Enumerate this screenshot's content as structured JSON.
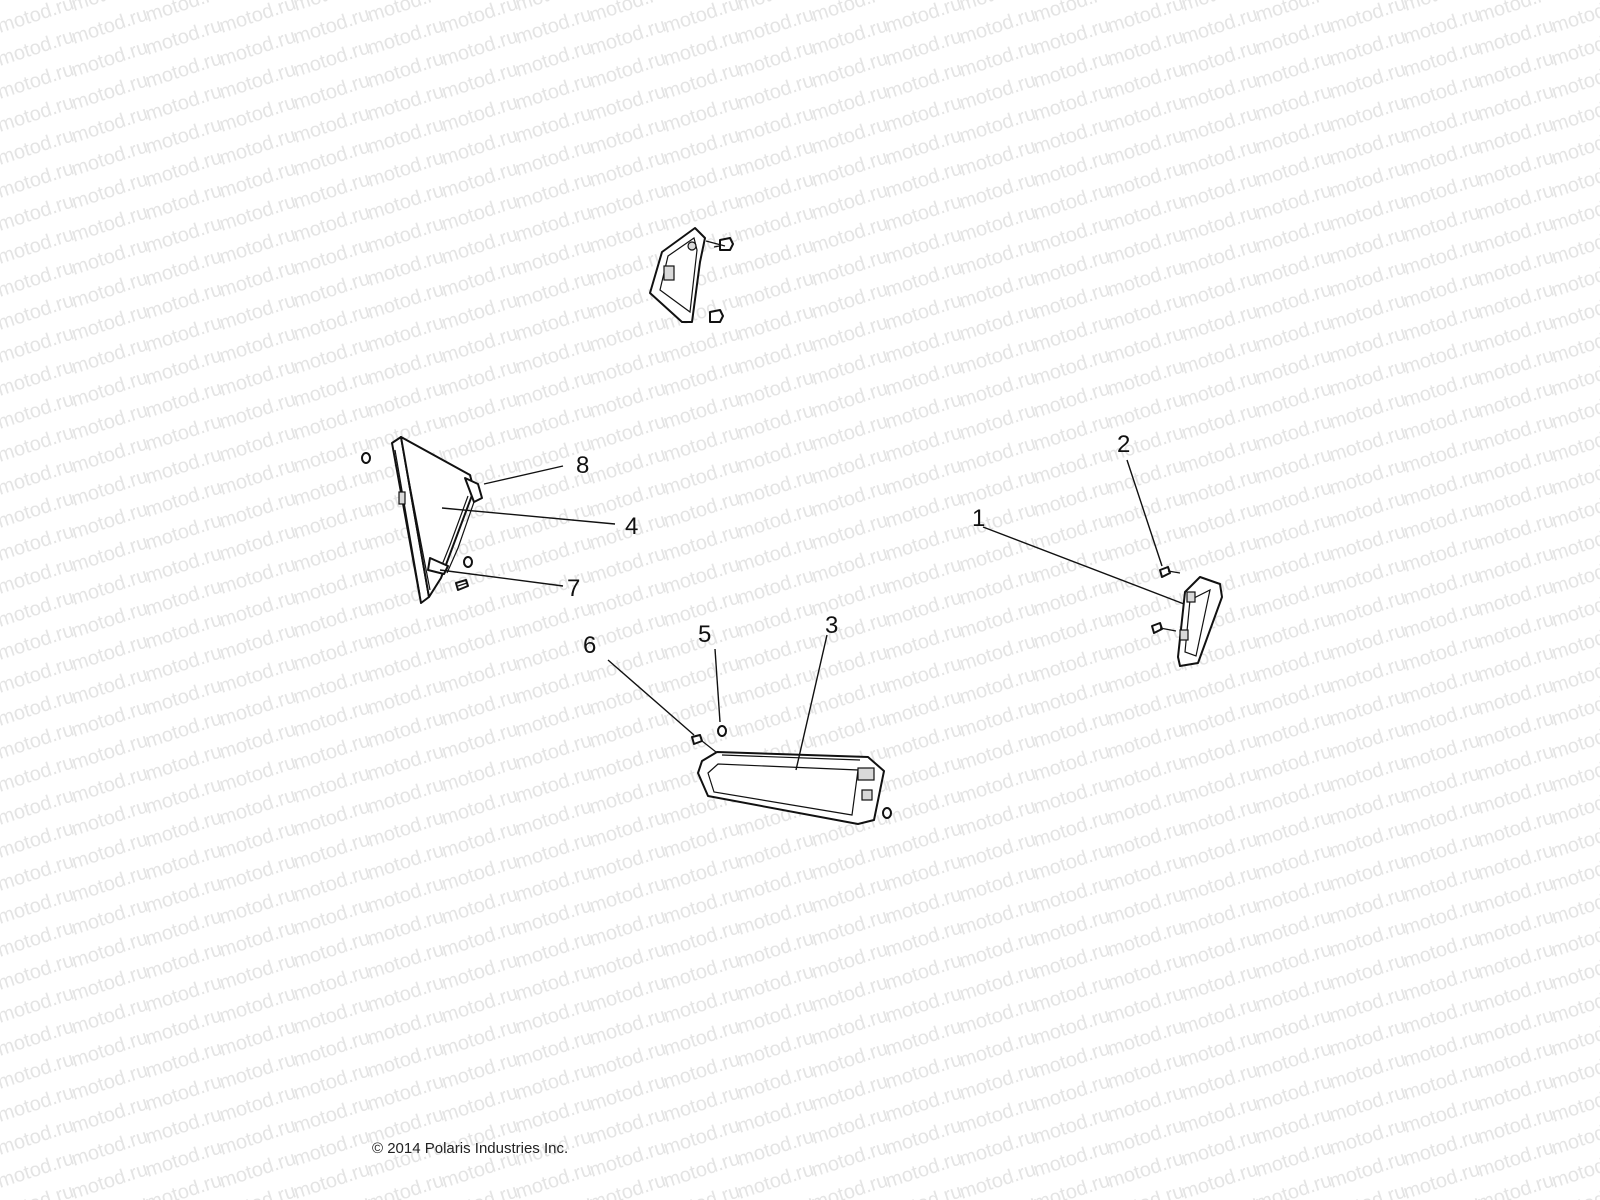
{
  "watermark": "motod.ru",
  "copyright": "© 2014 Polaris Industries Inc.",
  "callouts": {
    "c1": "1",
    "c2": "2",
    "c3": "3",
    "c4": "4",
    "c5": "5",
    "c6": "6",
    "c7": "7",
    "c8": "8"
  }
}
